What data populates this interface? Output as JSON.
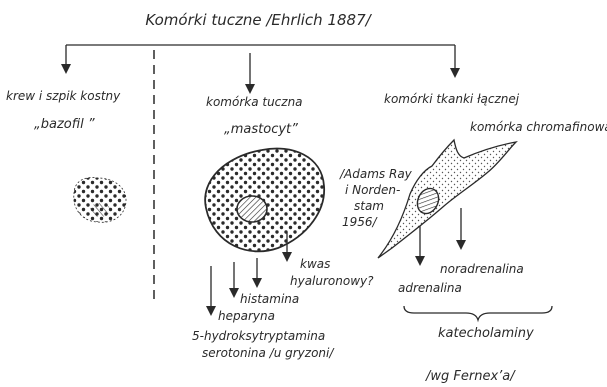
{
  "title": "Komórki tuczne /Ehrlich 1887/",
  "branch_blood": {
    "heading": "krew i szpik kostny",
    "cell_name": "„bazofil ”"
  },
  "branch_mastocyte": {
    "heading": "komórka tuczna",
    "cell_name": "„mastocyt”",
    "products": {
      "kwas_line1": "kwas",
      "kwas_line2": "hyaluronowy?",
      "histamina": "histamina",
      "heparyna": "heparyna",
      "serotonin_line1": "5-hydroksytryptamina",
      "serotonin_line2": "serotonina /u gryzoni/"
    }
  },
  "branch_connective": {
    "heading": "komórki tkanki łącznej",
    "cell_name": "komórka chromafinowa",
    "citation_lines": [
      "/Adams Ray",
      "i Norden-",
      "stam",
      "1956/"
    ],
    "products": {
      "noradrenalina": "noradrenalina",
      "adrenalina": "adrenalina",
      "group_label": "katecholaminy"
    }
  },
  "source_note": "/wg Fernex’a/"
}
